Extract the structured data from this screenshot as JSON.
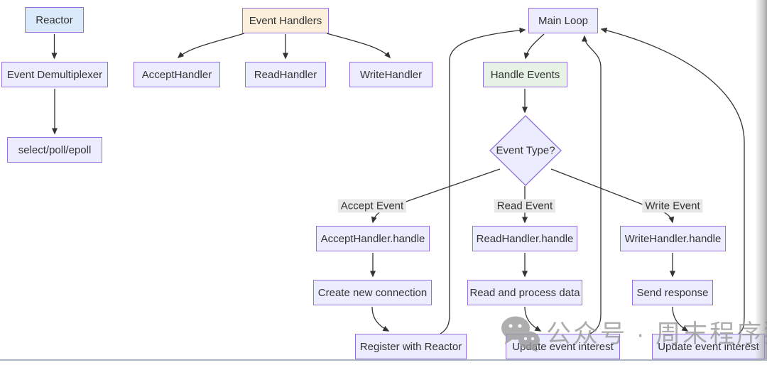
{
  "diagram": {
    "nodes": {
      "reactor": {
        "label": "Reactor"
      },
      "event_demultiplexer": {
        "label": "Event Demultiplexer"
      },
      "select_poll_epoll": {
        "label": "select/poll/epoll"
      },
      "event_handlers": {
        "label": "Event Handlers"
      },
      "accept_handler": {
        "label": "AcceptHandler"
      },
      "read_handler": {
        "label": "ReadHandler"
      },
      "write_handler": {
        "label": "WriteHandler"
      },
      "main_loop": {
        "label": "Main Loop"
      },
      "handle_events": {
        "label": "Handle Events"
      },
      "event_type": {
        "label": "Event Type?"
      },
      "accept_handler_handle": {
        "label": "AcceptHandler.handle"
      },
      "read_handler_handle": {
        "label": "ReadHandler.handle"
      },
      "write_handler_handle": {
        "label": "WriteHandler.handle"
      },
      "create_new_connection": {
        "label": "Create new connection"
      },
      "read_and_process_data": {
        "label": "Read and process data"
      },
      "send_response": {
        "label": "Send response"
      },
      "register_with_reactor": {
        "label": "Register with Reactor"
      },
      "update_event_interest_read": {
        "label": "Update event interest"
      },
      "update_event_interest_write": {
        "label": "Update event interest"
      }
    },
    "edge_labels": {
      "accept_event": "Accept Event",
      "read_event": "Read Event",
      "write_event": "Write Event"
    },
    "colors": {
      "node_fill": "#ECECFF",
      "node_border": "#9370DB",
      "reactor_fill": "#dbeafb",
      "event_handlers_fill": "#fcf0dc",
      "handle_events_fill": "#e5f2e4",
      "edge_stroke": "#333333",
      "edge_label_bg": "#e8e8e8",
      "watermark_gray": "#969696",
      "bottom_line": "#aab6c2"
    }
  },
  "watermark": {
    "icon": "wechat-icon",
    "text": "公众号 · 周末程序猿"
  }
}
